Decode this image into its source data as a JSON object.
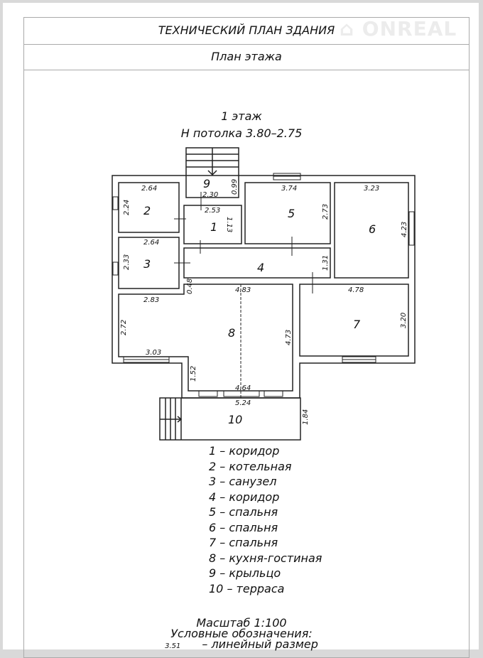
{
  "header": {
    "title": "ТЕХНИЧЕСКИЙ ПЛАН ЗДАНИЯ",
    "subtitle": "План этажа",
    "watermark": "ONREAL"
  },
  "plan": {
    "floor": "1 этаж",
    "ceiling": "Н потолка 3.80–2.75",
    "rooms": [
      "1",
      "2",
      "3",
      "4",
      "5",
      "6",
      "7",
      "8",
      "9",
      "10"
    ],
    "dims": {
      "r2w": "2.64",
      "r2h": "2.24",
      "r3w": "2.64",
      "r3h": "2.33",
      "r9w": "2.30",
      "r9h": "0.99",
      "r1w": "2.53",
      "r1h": "1.13",
      "r5w": "3.74",
      "r5h": "2.73",
      "r6w": "3.23",
      "r6h": "4.23",
      "r4h": "1.31",
      "r8top": "4.83",
      "r8a": "0.48",
      "r8b": "2.83",
      "r8c": "2.72",
      "r8d": "3.03",
      "r8e": "1.52",
      "r8h": "4.73",
      "r8bottom": "4.64",
      "r7w": "4.78",
      "r7h": "3.20",
      "r10w": "5.24",
      "r10h": "1.84"
    }
  },
  "legend": [
    "1 – коридор",
    "2 –  котельная",
    "3 – санузел",
    "4 –  коридор",
    "5 –  спальня",
    "6 – спальня",
    "7 – спальня",
    "8 – кухня-гостиная",
    "9 – крыльцо",
    "10 – терраса"
  ],
  "footer": {
    "scale": "Масштаб 1:100",
    "notation": "Условные обозначения:",
    "sample": "3.51",
    "sample_desc": "– линейный размер"
  }
}
